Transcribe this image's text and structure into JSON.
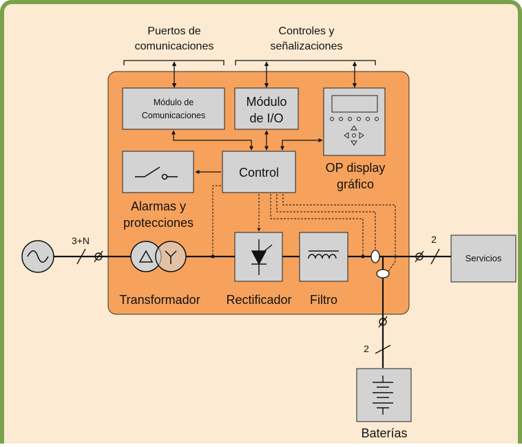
{
  "labels": {
    "puertos_line1": "Puertos de",
    "puertos_line2": "comunicaciones",
    "controles_line1": "Controles y",
    "controles_line2": "señalizaciones",
    "modulo_com_line1": "Módulo de",
    "modulo_com_line2": "Comunicaciones",
    "modulo_io_line1": "Módulo",
    "modulo_io_line2": "de I/O",
    "op_display_line1": "OP display",
    "op_display_line2": "gráfico",
    "control": "Control",
    "alarmas_line1": "Alarmas y",
    "alarmas_line2": "protecciones",
    "transformador": "Transformador",
    "rectificador": "Rectificador",
    "filtro": "Filtro",
    "servicios": "Servicios",
    "baterias": "Baterías",
    "input_phases": "3+N",
    "output_phases": "2",
    "battery_phases": "2"
  },
  "colors": {
    "page_background": "#fcebd2",
    "frame_border": "#7aa24a",
    "system_block": "#f6a25c",
    "module_box": "#d3d3d3",
    "line": "#111111"
  }
}
